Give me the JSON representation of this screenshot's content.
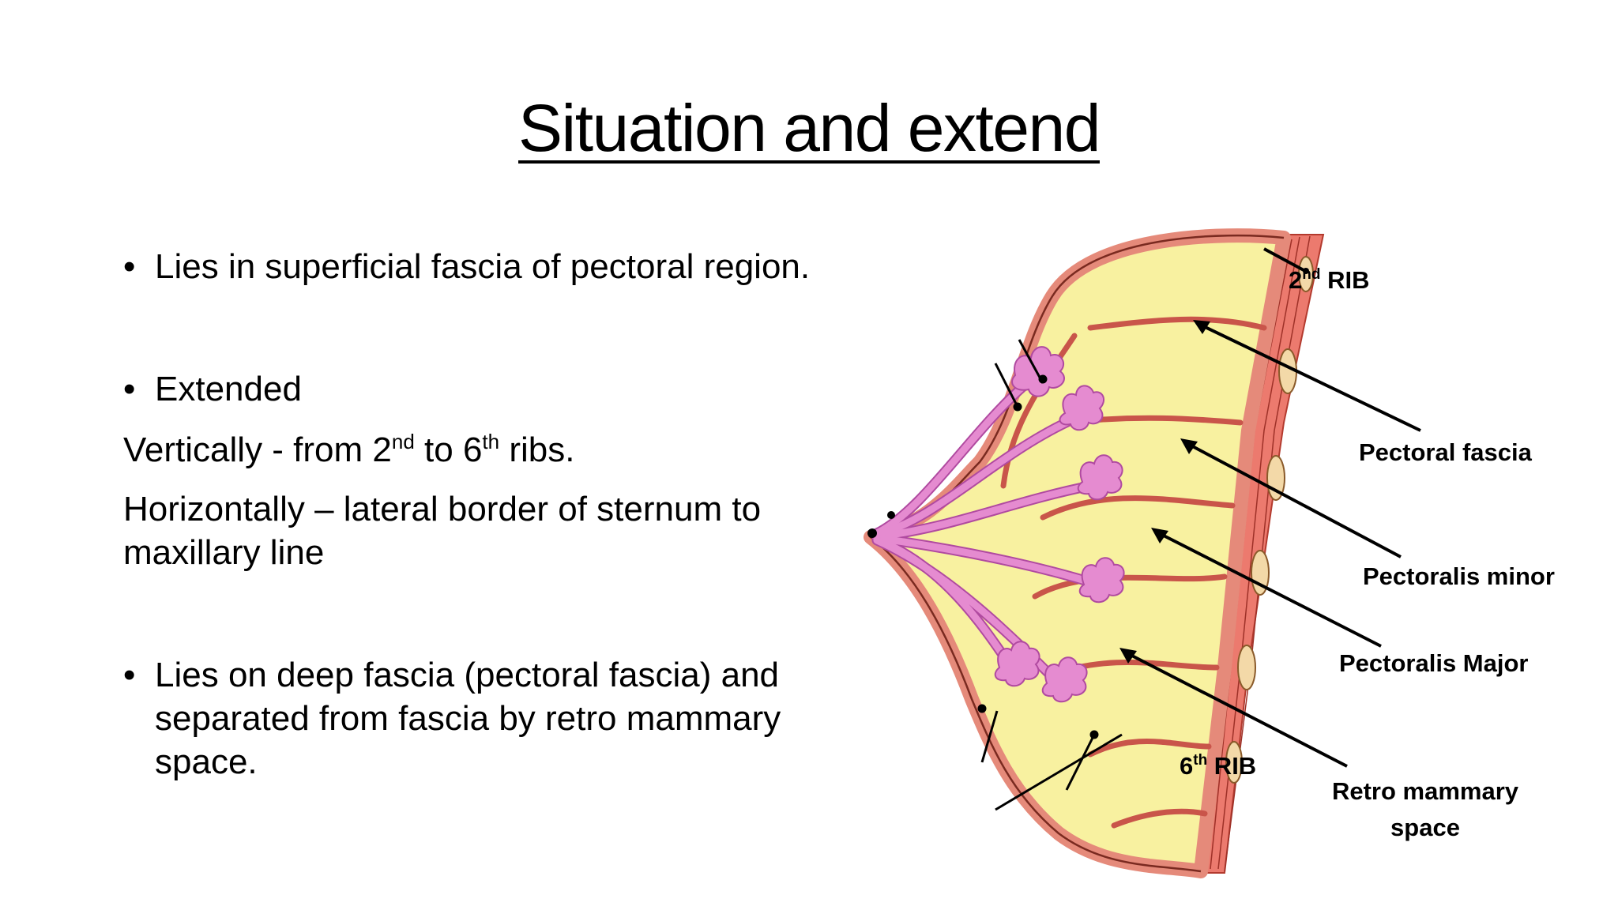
{
  "slide": {
    "title": "Situation and extend"
  },
  "body": {
    "bullet_marker": "•",
    "point1": "Lies in superficial fascia of pectoral region.",
    "point2": "Extended",
    "vertical": {
      "prefix": "Vertically - from 2",
      "sup1": "nd",
      "mid": " to 6",
      "sup2": "th",
      "suffix": " ribs."
    },
    "horizontal": "Horizontally – lateral border of sternum to maxillary line",
    "point3": "Lies on deep fascia (pectoral fascia) and separated from fascia by retro mammary space."
  },
  "diagram": {
    "labels": {
      "rib2_num": "2",
      "rib2_sup": "nd",
      "rib2_word": " RIB",
      "pectoral_fascia": "Pectoral fascia",
      "pectoralis_minor": "Pectoralis minor",
      "pectoralis_major": "Pectoralis Major",
      "rib6_num": "6",
      "rib6_sup": "th",
      "rib6_word": " RIB",
      "retro_line1": "Retro mammary",
      "retro_line2": "space"
    },
    "colors": {
      "muscle": "#ec7a6e",
      "skin": "#e58a7a",
      "fat": "#f8f1a0",
      "lobule": "#e58bd0",
      "rib": "#f3d9a8",
      "line": "#000000"
    }
  }
}
